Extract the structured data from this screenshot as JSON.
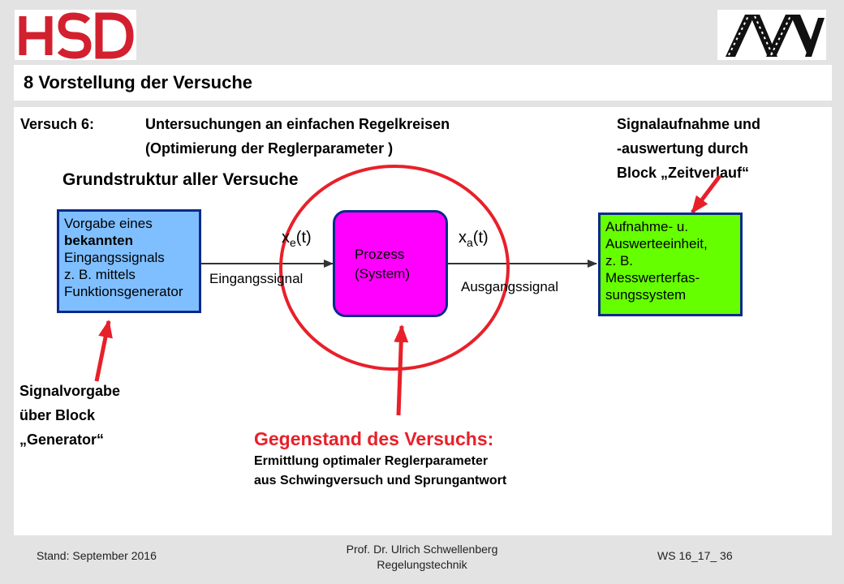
{
  "logos": {
    "left": "HSD",
    "right": "MV"
  },
  "title": "8 Vorstellung der Versuche",
  "versuch": {
    "label": "Versuch 6:",
    "line1": "Untersuchungen an einfachen Regelkreisen",
    "line2": "(Optimierung der Reglerparameter )"
  },
  "signal_note": [
    "Signalaufnahme und",
    "-auswertung durch",
    "Block „Zeitverlauf“"
  ],
  "grundstruktur": "Grundstruktur aller Versuche",
  "blocks": {
    "generator": {
      "lines": [
        "Vorgabe eines",
        "bekannten",
        "Eingangssignals",
        "z. B. mittels",
        "Funktionsgenerator"
      ]
    },
    "prozess": {
      "lines": [
        "Prozess",
        "(System)"
      ]
    },
    "auswertung": {
      "lines": [
        "Aufnahme- u.",
        "Auswerteeinheit,",
        "z. B.",
        "Messwerterfas-",
        "sungssystem"
      ]
    }
  },
  "signals": {
    "xe": {
      "var": "x",
      "sub": "e",
      "arg": "(t)"
    },
    "xa": {
      "var": "x",
      "sub": "a",
      "arg": "(t)"
    },
    "eingang": "Eingangssignal",
    "ausgang": "Ausgangssignal"
  },
  "signalvorgabe": [
    "Signalvorgabe",
    "über Block",
    "„Generator“"
  ],
  "gegenstand": {
    "title": "Gegenstand des Versuchs:",
    "line1": "Ermittlung optimaler Reglerparameter",
    "line2": "aus Schwingversuch und Sprungantwort"
  },
  "footer": {
    "stand": "Stand: September 2016",
    "author": "Prof. Dr. Ulrich Schwellenberg",
    "course": "Regelungstechnik",
    "page": "WS 16_17_ 36"
  },
  "colors": {
    "hsd_red": "#d2202f",
    "generator_fill": "#7fbfff",
    "prozess_fill": "#ff00ff",
    "auswertung_fill": "#66ff00",
    "annotation_red": "#e8202a",
    "box_border": "#0a2a8a"
  }
}
